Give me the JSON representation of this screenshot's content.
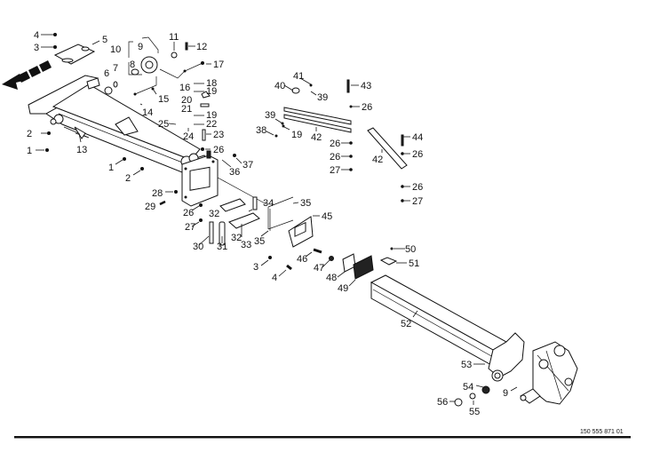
{
  "diagram": {
    "type": "exploded-parts-diagram",
    "document_number": "150 555 871 01",
    "direction_arrow": "travel-direction-arrow",
    "callouts": [
      {
        "id": "c4a",
        "label": "4"
      },
      {
        "id": "c3a",
        "label": "3"
      },
      {
        "id": "c5",
        "label": "5"
      },
      {
        "id": "c10",
        "label": "10"
      },
      {
        "id": "c9a",
        "label": "9"
      },
      {
        "id": "c11",
        "label": "11"
      },
      {
        "id": "c12",
        "label": "12"
      },
      {
        "id": "c8",
        "label": "8"
      },
      {
        "id": "c6",
        "label": "6"
      },
      {
        "id": "c7",
        "label": "7"
      },
      {
        "id": "c17",
        "label": "17"
      },
      {
        "id": "c16",
        "label": "16"
      },
      {
        "id": "c18",
        "label": "18"
      },
      {
        "id": "c19a",
        "label": "19"
      },
      {
        "id": "c15",
        "label": "15"
      },
      {
        "id": "c20",
        "label": "20"
      },
      {
        "id": "c21",
        "label": "21"
      },
      {
        "id": "c14",
        "label": "14"
      },
      {
        "id": "c19b",
        "label": "19"
      },
      {
        "id": "c22",
        "label": "22"
      },
      {
        "id": "c25",
        "label": "25"
      },
      {
        "id": "c24",
        "label": "24"
      },
      {
        "id": "c23",
        "label": "23"
      },
      {
        "id": "c2a",
        "label": "2"
      },
      {
        "id": "c1a",
        "label": "1"
      },
      {
        "id": "c13",
        "label": "13"
      },
      {
        "id": "c26a",
        "label": "26"
      },
      {
        "id": "c1b",
        "label": "1"
      },
      {
        "id": "c2b",
        "label": "2"
      },
      {
        "id": "c37",
        "label": "37"
      },
      {
        "id": "c36",
        "label": "36"
      },
      {
        "id": "c28",
        "label": "28"
      },
      {
        "id": "c29",
        "label": "29"
      },
      {
        "id": "c26b",
        "label": "26"
      },
      {
        "id": "c32a",
        "label": "32"
      },
      {
        "id": "c34",
        "label": "34"
      },
      {
        "id": "c27a",
        "label": "27"
      },
      {
        "id": "c35a",
        "label": "35"
      },
      {
        "id": "c45",
        "label": "45"
      },
      {
        "id": "c32b",
        "label": "32"
      },
      {
        "id": "c33",
        "label": "33"
      },
      {
        "id": "c35b",
        "label": "35"
      },
      {
        "id": "c30",
        "label": "30"
      },
      {
        "id": "c31",
        "label": "31"
      },
      {
        "id": "c41",
        "label": "41"
      },
      {
        "id": "c40",
        "label": "40"
      },
      {
        "id": "c39a",
        "label": "39"
      },
      {
        "id": "c43",
        "label": "43"
      },
      {
        "id": "c26c",
        "label": "26"
      },
      {
        "id": "c39b",
        "label": "39"
      },
      {
        "id": "c38",
        "label": "38"
      },
      {
        "id": "c19c",
        "label": "19"
      },
      {
        "id": "c42a",
        "label": "42"
      },
      {
        "id": "c26d",
        "label": "26"
      },
      {
        "id": "c26e",
        "label": "26"
      },
      {
        "id": "c27b",
        "label": "27"
      },
      {
        "id": "c44",
        "label": "44"
      },
      {
        "id": "c42b",
        "label": "42"
      },
      {
        "id": "c26f",
        "label": "26"
      },
      {
        "id": "c26g",
        "label": "26"
      },
      {
        "id": "c27c",
        "label": "27"
      },
      {
        "id": "c3b",
        "label": "3"
      },
      {
        "id": "c4b",
        "label": "4"
      },
      {
        "id": "c46",
        "label": "46"
      },
      {
        "id": "c47",
        "label": "47"
      },
      {
        "id": "c48",
        "label": "48"
      },
      {
        "id": "c49",
        "label": "49"
      },
      {
        "id": "c50",
        "label": "50"
      },
      {
        "id": "c51",
        "label": "51"
      },
      {
        "id": "c52",
        "label": "52"
      },
      {
        "id": "c53",
        "label": "53"
      },
      {
        "id": "c54",
        "label": "54"
      },
      {
        "id": "c9b",
        "label": "9"
      },
      {
        "id": "c56",
        "label": "56"
      },
      {
        "id": "c55",
        "label": "55"
      }
    ]
  }
}
